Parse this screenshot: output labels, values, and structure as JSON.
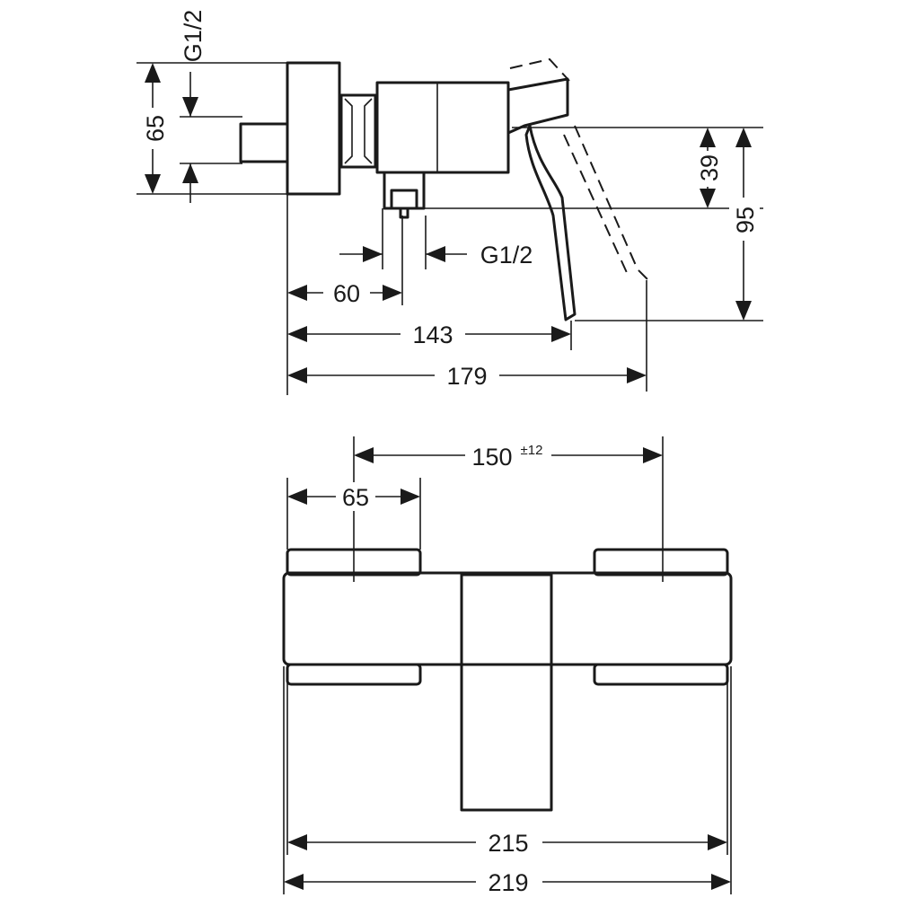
{
  "side_view": {
    "inlet_thread_label": "G1/2",
    "outlet_thread_label": "G1/2",
    "height_inlet": "65",
    "height_outlet": "39",
    "height_total": "95",
    "depth_outlet": "60",
    "depth_handle": "143",
    "depth_total": "179"
  },
  "front_view": {
    "centre_distance": "150",
    "centre_tolerance": "±12",
    "rosette_diameter": "65",
    "width_body": "215",
    "width_total": "219"
  }
}
